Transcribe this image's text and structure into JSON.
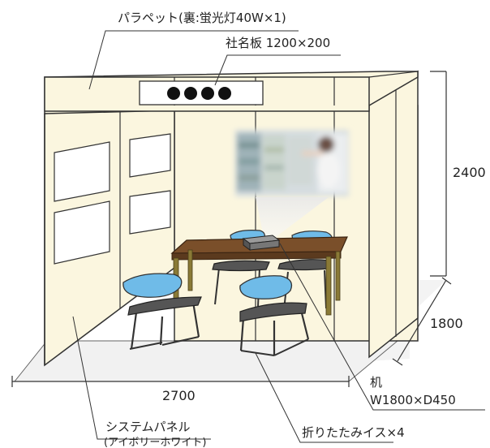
{
  "labels": {
    "parapet": "パラペット(裏:蛍光灯40W×1)",
    "nameplate": "社名板 1200×200",
    "height": "2400",
    "depth": "1800",
    "width": "2700",
    "desk_title": "机",
    "desk_size": "W1800×D450",
    "chairs": "折りたたみイス×4",
    "panel": "システムパネル",
    "panel_sub": "(アイボリーホワイト)"
  },
  "colors": {
    "panel": "#fbf6df",
    "panel_stroke": "#333333",
    "floor": "#f2f2f2",
    "chair_seat": "#6fbbe8",
    "desk_top": "#7a4f2a",
    "desk_leg": "#8a7a36"
  },
  "nameplate_dots": 4,
  "chairs_count": 4
}
